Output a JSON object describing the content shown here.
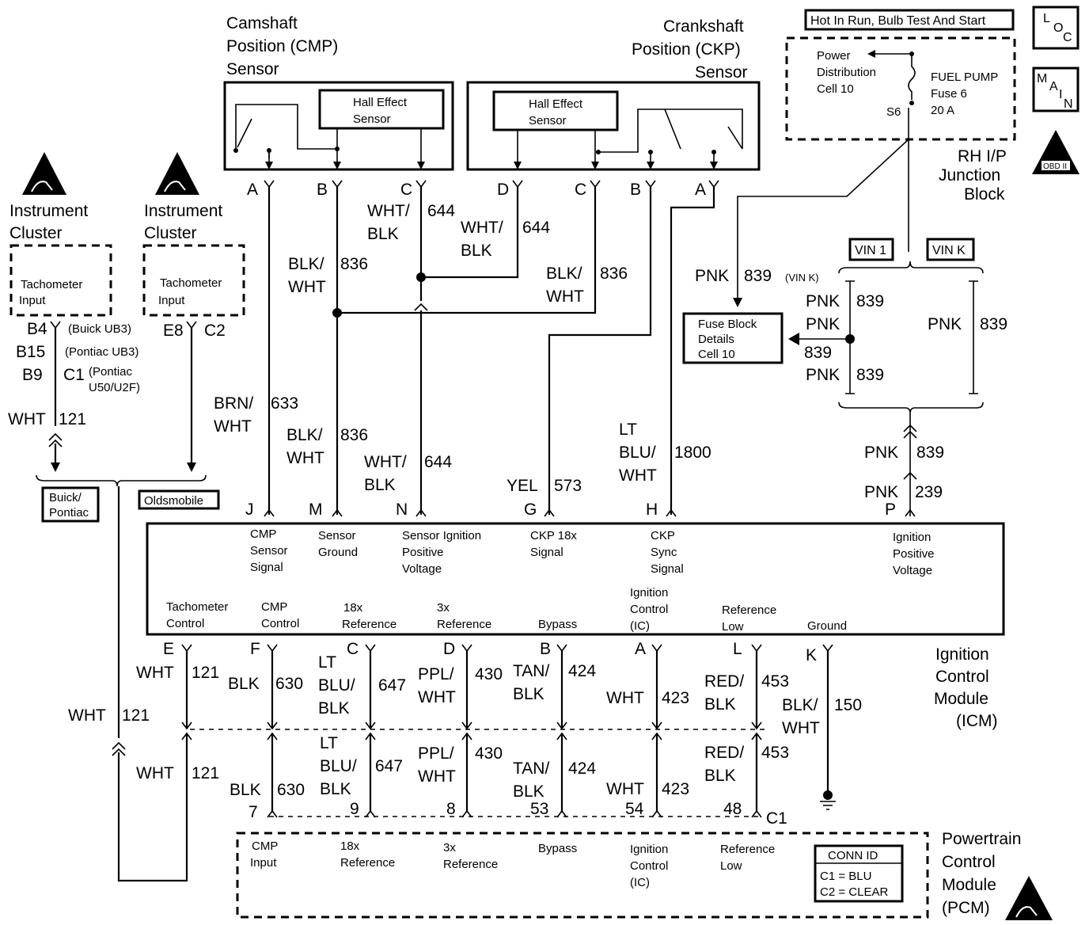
{
  "header": {
    "hot_in_run": "Hot In Run, Bulb Test And Start",
    "loc_badge": [
      "L",
      "O",
      "C"
    ],
    "main_badge": [
      "M",
      "A",
      "I",
      "N"
    ],
    "obd_badge": "OBD II"
  },
  "junction_block": {
    "power_dist": [
      "Power",
      "Distribution",
      "Cell 10"
    ],
    "fuse": [
      "FUEL PUMP",
      "Fuse 6",
      "20 A"
    ],
    "splice": "S6",
    "title": [
      "RH I/P",
      "Junction",
      "Block"
    ]
  },
  "vin": {
    "vin1": "VIN 1",
    "vink": "VIN K",
    "vink_note": "(VIN K)"
  },
  "fuse_block": [
    "Fuse Block",
    "Details",
    "Cell 10"
  ],
  "cmp_sensor": {
    "title": [
      "Camshaft",
      "Position (CMP)",
      "Sensor"
    ],
    "hall": [
      "Hall Effect",
      "Sensor"
    ]
  },
  "ckp_sensor": {
    "title": [
      "Crankshaft",
      "Position (CKP)",
      "Sensor"
    ],
    "hall": [
      "Hall Effect",
      "Sensor"
    ]
  },
  "instrument_cluster_1": {
    "title": [
      "Instrument",
      "Cluster"
    ],
    "box": [
      "Tachometer",
      "Input"
    ]
  },
  "instrument_cluster_2": {
    "title": [
      "Instrument",
      "Cluster"
    ],
    "box": [
      "Tachometer",
      "Input"
    ]
  },
  "cluster_pins": {
    "b4": "B4",
    "b4_note": "(Buick UB3)",
    "b15": "B15",
    "b15_note": "(Pontiac UB3)",
    "b9": "B9",
    "c1": "C1",
    "c1_note": [
      "(Pontiac",
      "U50/U2F)"
    ],
    "e8": "E8",
    "c2": "C2",
    "buick_pontiac": [
      "Buick/",
      "Pontiac"
    ],
    "oldsmobile": "Oldsmobile"
  },
  "sensor_pins": {
    "cmp_a": "A",
    "cmp_b": "B",
    "cmp_c": "C",
    "ckp_d": "D",
    "ckp_c": "C",
    "ckp_b": "B",
    "ckp_a": "A"
  },
  "wire_labels": {
    "wht121_top": [
      "WHT",
      "121"
    ],
    "wht644_a": [
      "WHT/",
      "644",
      "BLK"
    ],
    "wht644_b": [
      "WHT/",
      "644",
      "BLK"
    ],
    "blk836_a": [
      "BLK/",
      "836",
      "WHT"
    ],
    "blk836_b": [
      "BLK/",
      "836",
      "WHT"
    ],
    "pnk839_vink": [
      "PNK",
      "839"
    ],
    "pnk839_1": [
      "PNK",
      "839"
    ],
    "pnk_2": "PNK",
    "pnk839_3": [
      "839",
      "PNK",
      "839"
    ],
    "pnk839_right": [
      "PNK",
      "839"
    ],
    "brn633": [
      "BRN/",
      "633",
      "WHT"
    ],
    "blk836_c": [
      "BLK/",
      "836",
      "WHT"
    ],
    "wht644_c": [
      "WHT/",
      "644",
      "BLK"
    ],
    "yel573": [
      "YEL",
      "573"
    ],
    "ltblu1800": [
      "LT",
      "BLU/",
      "1800",
      "WHT"
    ],
    "pnk839_low": [
      "PNK",
      "839"
    ],
    "pnk239": [
      "PNK",
      "239"
    ]
  },
  "icm": {
    "top_pins": [
      "J",
      "M",
      "N",
      "G",
      "H",
      "P"
    ],
    "top_labels": [
      [
        "CMP",
        "Sensor",
        "Signal"
      ],
      [
        "Sensor",
        "Ground"
      ],
      [
        "Sensor Ignition",
        "Positive",
        "Voltage"
      ],
      [
        "CKP 18x",
        "Signal"
      ],
      [
        "CKP",
        "Sync",
        "Signal"
      ],
      [
        "Ignition",
        "Positive",
        "Voltage"
      ]
    ],
    "bottom_labels": [
      [
        "Tachometer",
        "Control"
      ],
      [
        "CMP",
        "Control"
      ],
      [
        "18x",
        "Reference"
      ],
      [
        "3x",
        "Reference"
      ],
      [
        "Bypass"
      ],
      [
        "Ignition",
        "Control",
        "(IC)"
      ],
      [
        "Reference",
        "Low"
      ],
      [
        "Ground"
      ]
    ],
    "bottom_pins": [
      "E",
      "F",
      "C",
      "D",
      "B",
      "A",
      "L",
      "K"
    ],
    "title": [
      "Ignition",
      "Control",
      "Module",
      "(ICM)"
    ]
  },
  "lower_wires": {
    "e": [
      "WHT",
      "121"
    ],
    "f": [
      "BLK",
      "630"
    ],
    "c": [
      "LT",
      "BLU/",
      "647",
      "BLK"
    ],
    "d": [
      "PPL/",
      "430",
      "WHT"
    ],
    "b": [
      "TAN/",
      "424",
      "BLK"
    ],
    "a": [
      "WHT",
      "423"
    ],
    "l": [
      "RED/",
      "453",
      "BLK"
    ],
    "k": [
      "BLK/",
      "150",
      "WHT"
    ],
    "wht121_left": [
      "WHT",
      "121"
    ],
    "e2": [
      "WHT",
      "121"
    ],
    "f2": [
      "BLK",
      "630"
    ],
    "c2": [
      "LT",
      "BLU/",
      "647",
      "BLK"
    ],
    "d2": [
      "PPL/",
      "430",
      "WHT"
    ],
    "b2": [
      "TAN/",
      "424",
      "BLK"
    ],
    "a2": [
      "WHT",
      "423"
    ],
    "l2": [
      "RED/",
      "453",
      "BLK"
    ]
  },
  "pcm": {
    "pins": [
      "7",
      "9",
      "8",
      "53",
      "54",
      "48"
    ],
    "connector": "C1",
    "labels": [
      [
        "CMP",
        "Input"
      ],
      [
        "18x",
        "Reference"
      ],
      [
        "3x",
        "Reference"
      ],
      [
        "Bypass"
      ],
      [
        "Ignition",
        "Control",
        "(IC)"
      ],
      [
        "Reference",
        "Low"
      ]
    ],
    "conn_id_title": "CONN ID",
    "conn_id_lines": [
      "C1 = BLU",
      "C2 = CLEAR"
    ],
    "title": [
      "Powertrain",
      "Control",
      "Module",
      "(PCM)"
    ]
  }
}
